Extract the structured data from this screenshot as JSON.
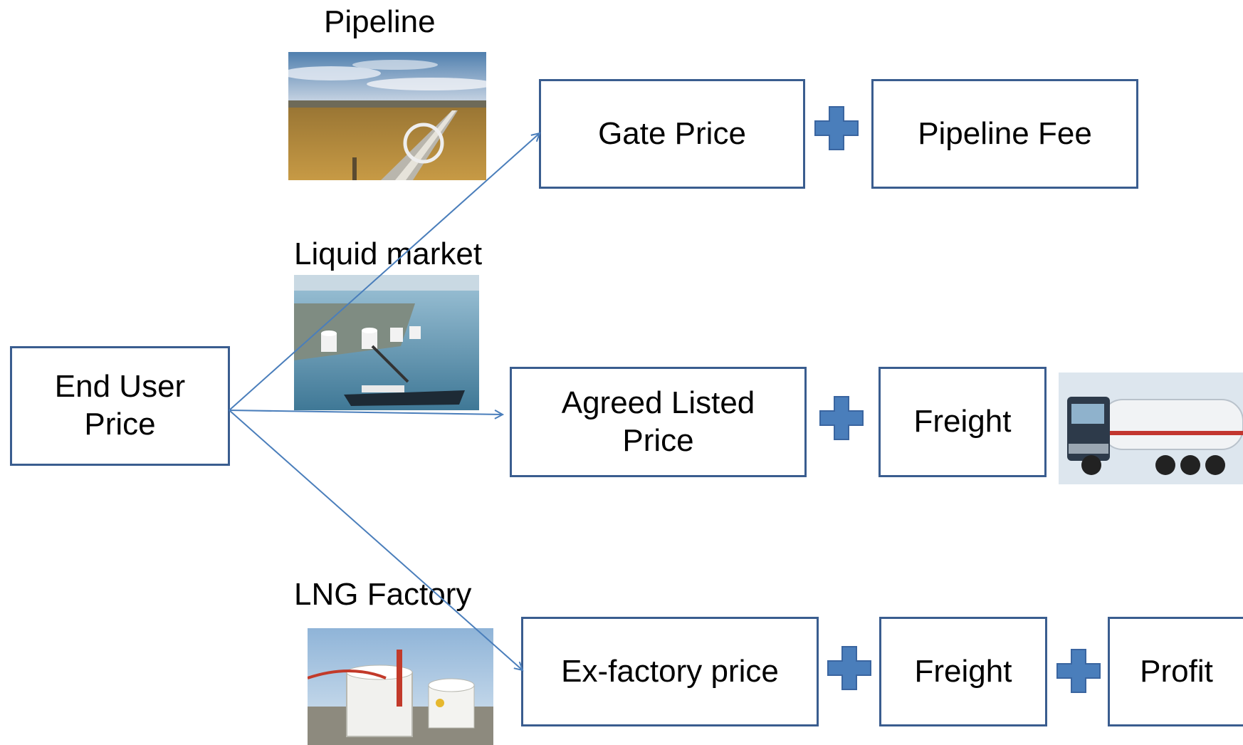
{
  "colors": {
    "box_border": "#3a5d8f",
    "plus_fill": "#4a7ebb",
    "arrow": "#4a7ebb"
  },
  "root": {
    "line1": "End User",
    "line2": "Price"
  },
  "sources": {
    "pipeline": {
      "label": "Pipeline",
      "image": "pipeline-landscape-photo",
      "components": [
        "Gate Price",
        "Pipeline Fee"
      ]
    },
    "liquid": {
      "label": "Liquid market",
      "image": "lng-terminal-photo",
      "component_main": {
        "line1": "Agreed Listed",
        "line2": "Price"
      },
      "components": [
        "Freight"
      ],
      "side_image": "lng-tanker-truck-photo"
    },
    "factory": {
      "label": "LNG Factory",
      "image": "lng-factory-photo",
      "components": [
        "Ex-factory price",
        "Freight",
        "Profit"
      ]
    }
  },
  "icons": {
    "plus": "plus-icon",
    "arrow": "arrow-connector"
  }
}
